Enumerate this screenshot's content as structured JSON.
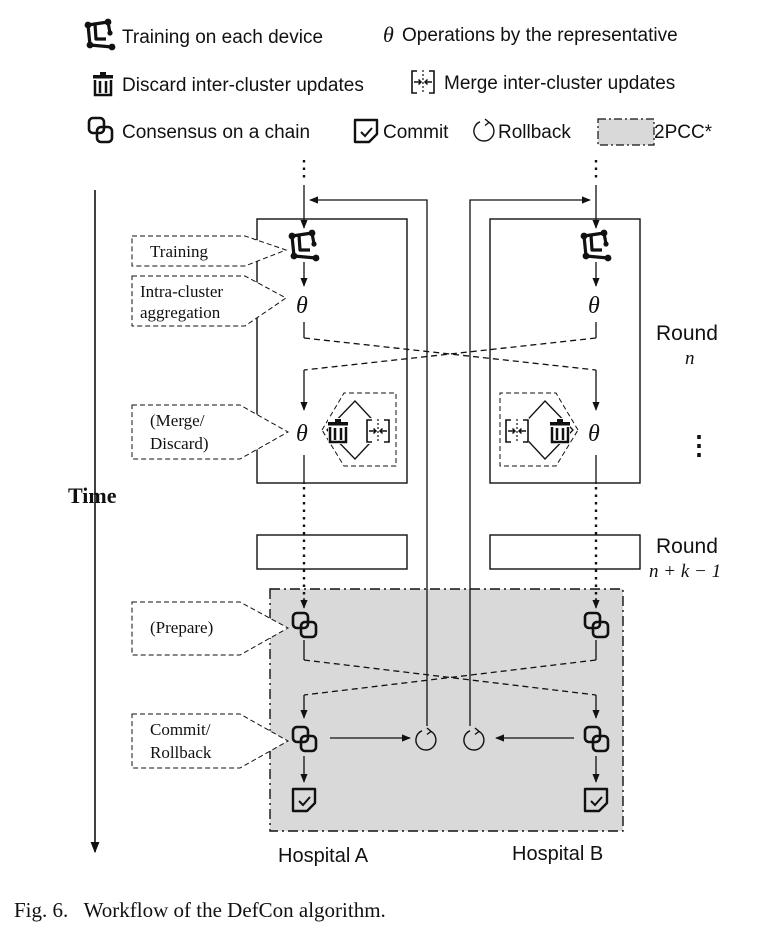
{
  "legend": {
    "training": "Training on each device",
    "operations": "Operations by the representative",
    "discard": "Discard inter-cluster updates",
    "merge": "Merge inter-cluster updates",
    "consensus": "Consensus on a chain",
    "commit": "Commit",
    "rollback": "Rollback",
    "two_pcc": "2PCC*"
  },
  "symbols": {
    "theta": "θ",
    "vdots": "⋮"
  },
  "callouts": {
    "training": "Training",
    "intra_1": "Intra-cluster",
    "intra_2": "aggregation",
    "merge_1": "(Merge/",
    "merge_2": "Discard)",
    "prepare": "(Prepare)",
    "commit_1": "Commit/",
    "commit_2": "Rollback"
  },
  "axis": {
    "time": "Time"
  },
  "rounds": {
    "round_label": "Round",
    "round_n": "n",
    "round_nk": "n + k − 1"
  },
  "hospitals": {
    "a": "Hospital A",
    "b": "Hospital B"
  },
  "caption": "Fig. 6.   Workflow of the DefCon algorithm.",
  "colors": {
    "ink": "#111111",
    "shade": "#d9d9d9",
    "background": "#ffffff"
  },
  "icons": [
    "training-icon",
    "theta-symbol",
    "trash-icon",
    "merge-icon",
    "consensus-icon",
    "commit-icon",
    "rollback-icon"
  ]
}
